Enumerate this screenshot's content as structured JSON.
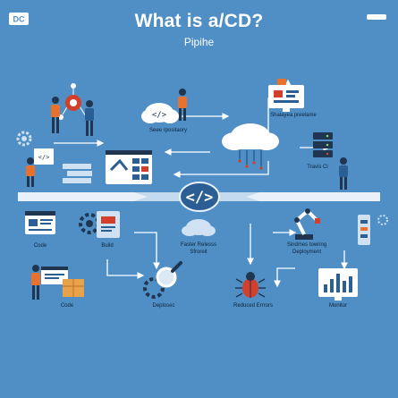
{
  "header": {
    "title": "What is a/CD?",
    "subtitle": "Pipihe"
  },
  "labels": {
    "source_repository": "Seee rpositaory",
    "shared_resource": "Shalayea preelame",
    "travis": "Travis Cl",
    "code_top": "Code",
    "build": "Build",
    "faster_release_line1": "Faster Relesss",
    "faster_release_line2": "Sfroreit",
    "deploy_line1": "Sindmes towring",
    "deploy_line2": "Deployment",
    "code_bottom": "Code",
    "deployese": "Deplosec",
    "reduced_errors": "Reduced Errrors",
    "monitor": "Monitor"
  },
  "colors": {
    "background": "#4f8fc6",
    "accent_orange": "#e8712e",
    "accent_red": "#d2402c",
    "dark_navy": "#1f3550",
    "light_panel": "#dce9f5"
  },
  "icons": [
    "code-brackets-icon",
    "cloud-icon",
    "server-icon",
    "robot-arm-icon",
    "gear-icon",
    "bug-icon",
    "magnifier-icon",
    "chart-monitor-icon",
    "box-icon"
  ]
}
